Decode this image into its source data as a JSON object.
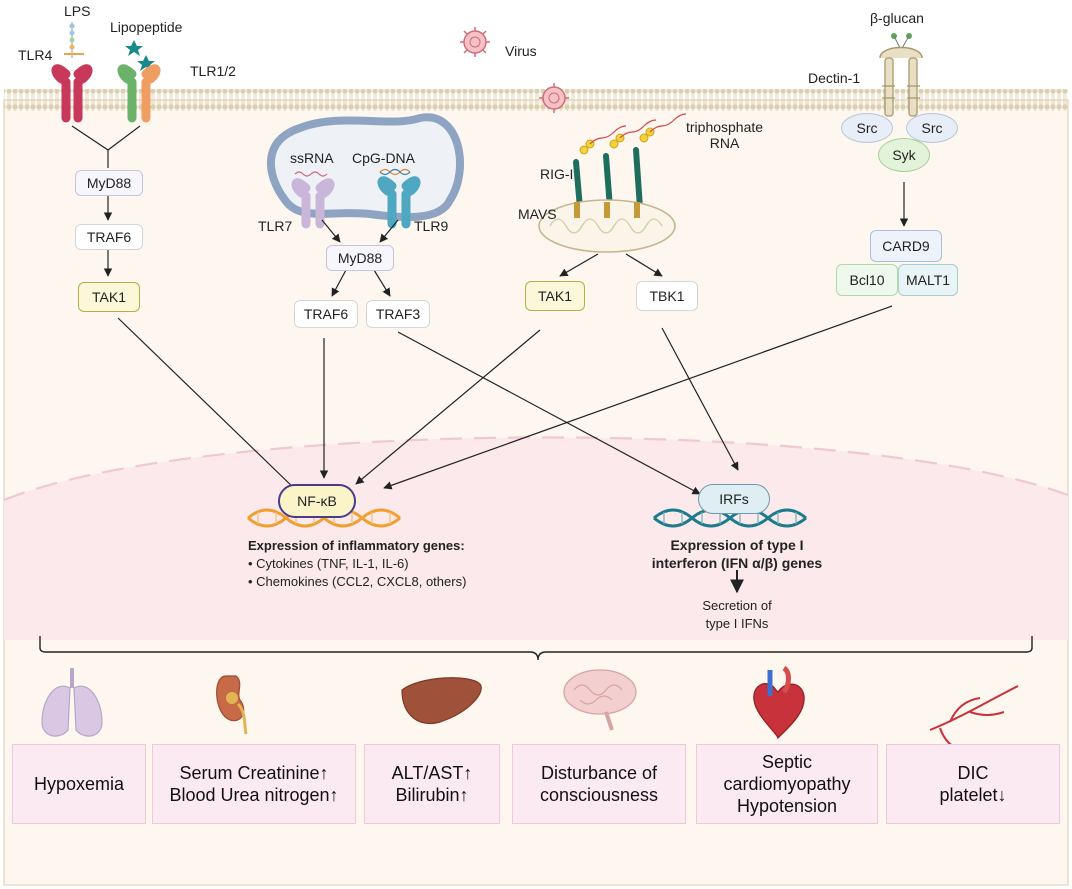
{
  "receptors": {
    "lps": "LPS",
    "tlr4": "TLR4",
    "lipopeptide": "Lipopeptide",
    "tlr12": "TLR1/2",
    "virus": "Virus",
    "beta_glucan": "β-glucan",
    "dectin1": "Dectin-1",
    "ssrna": "ssRNA",
    "cpg_dna": "CpG-DNA",
    "tlr7": "TLR7",
    "tlr9": "TLR9",
    "rig_i": "RIG-I",
    "mavs": "MAVS",
    "triphosphate_rna": "triphosphate\nRNA"
  },
  "nodes": {
    "myd88_left": "MyD88",
    "traf6_left": "TRAF6",
    "tak1_left": "TAK1",
    "myd88_mid": "MyD88",
    "traf6_mid": "TRAF6",
    "traf3": "TRAF3",
    "tak1_mid": "TAK1",
    "tbk1": "TBK1",
    "src_left": "Src",
    "src_right": "Src",
    "syk": "Syk",
    "card9": "CARD9",
    "bcl10": "Bcl10",
    "malt1": "MALT1",
    "nfkb": "NF-κB",
    "irfs": "IRFs"
  },
  "expression": {
    "inflammatory_title": "Expression of inflammatory genes:",
    "cytokines": "• Cytokines (TNF, IL-1, IL-6)",
    "chemokines": "• Chemokines (CCL2, CXCL8, others)",
    "ifn_title_1": "Expression of type I",
    "ifn_title_2": "interferon (IFN α/β) genes",
    "secretion_1": "Secretion of",
    "secretion_2": "type I IFNs"
  },
  "outcomes": [
    {
      "line1": "Hypoxemia",
      "line2": "",
      "line3": "",
      "icon": "lungs-icon"
    },
    {
      "line1": "Serum Creatinine↑",
      "line2": "Blood Urea nitrogen↑",
      "line3": "",
      "icon": "kidney-icon"
    },
    {
      "line1": "ALT/AST↑",
      "line2": "Bilirubin↑",
      "line3": "",
      "icon": "liver-icon"
    },
    {
      "line1": "Disturbance of",
      "line2": "consciousness",
      "line3": "",
      "icon": "brain-icon"
    },
    {
      "line1": "Septic",
      "line2": "cardiomyopathy",
      "line3": "Hypotension",
      "icon": "heart-icon"
    },
    {
      "line1": "DIC",
      "line2": "platelet↓",
      "line3": "",
      "icon": "blood-vessel-icon"
    }
  ],
  "colors": {
    "cytoplasm": "#fdf7ef",
    "nucleus": "#fbe9ec",
    "membrane": "#e9dcc0",
    "tlr4": "#c8385a",
    "tlr2": "#6db26b",
    "tlr1": "#ee9d63",
    "tlr7": "#c9b6d9",
    "tlr9": "#4fa7c2",
    "rig_i": "#1f6d5c",
    "dna_orange": "#f0a030",
    "dna_teal": "#1c7c8c",
    "outcome_card": "#fbeaf1"
  }
}
